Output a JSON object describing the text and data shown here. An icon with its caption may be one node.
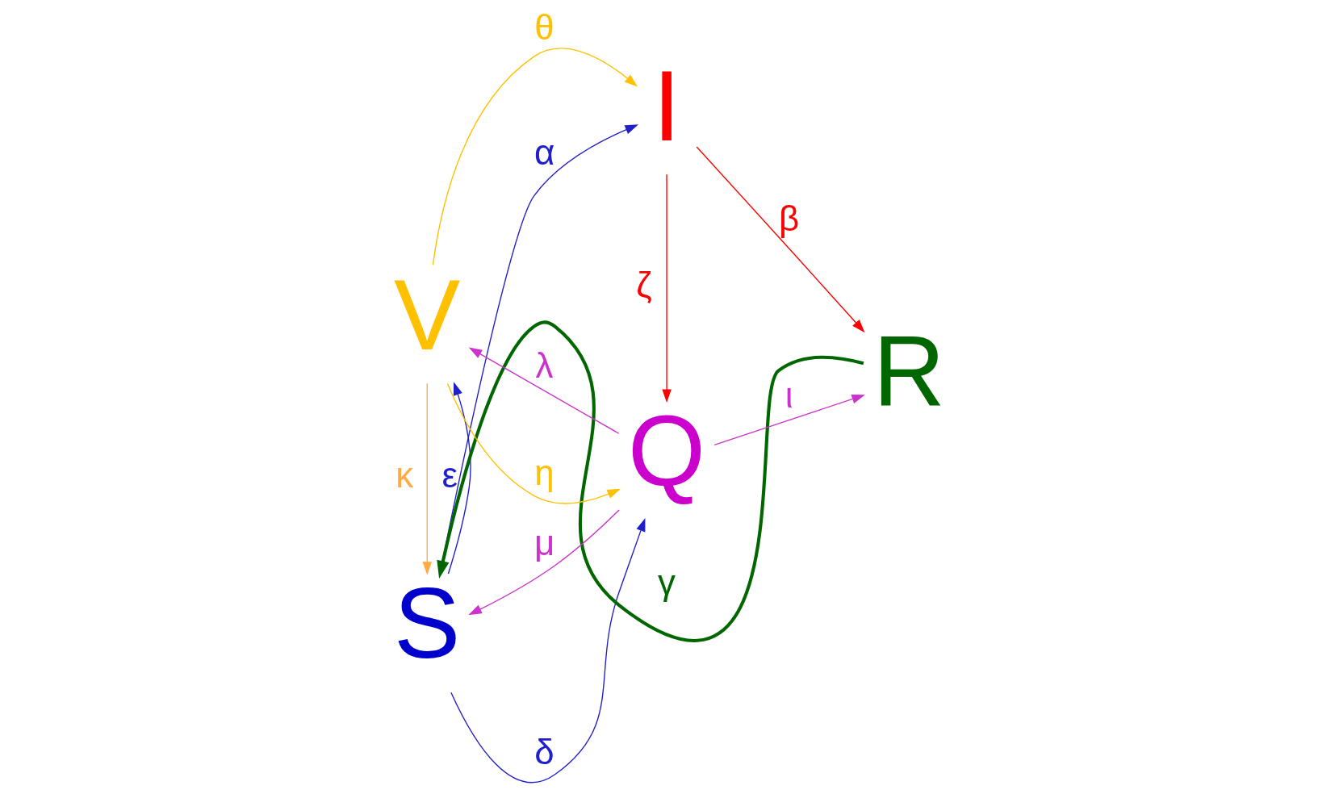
{
  "diagram": {
    "nodes": [
      {
        "text": [
          "S"
        ]
      },
      {
        "text": [
          "I"
        ]
      },
      {
        "text": [
          "R"
        ]
      },
      {
        "text": [
          "V"
        ]
      },
      {
        "text": [
          "Q"
        ]
      }
    ],
    "edges": [
      {
        "from": 0,
        "to": 1,
        "arrow": "to",
        "label": "α",
        "color": "#1f1fcc"
      },
      {
        "from": 1,
        "to": 2,
        "arrow": "to",
        "label": "β",
        "color": "#ff0000"
      },
      {
        "from": 2,
        "to": 0,
        "arrow": "to",
        "label": "γ",
        "color": "#006600",
        "style": "thick"
      },
      {
        "from": 0,
        "to": 4,
        "arrow": "to",
        "label": "δ",
        "color": "#1f1fcc"
      },
      {
        "from": 0,
        "to": 3,
        "arrow": "to",
        "label": "ε",
        "color": "#1f1fcc"
      },
      {
        "from": 1,
        "to": 4,
        "arrow": "to",
        "label": "ζ",
        "color": "#ff0000"
      },
      {
        "from": 3,
        "to": 4,
        "arrow": "to",
        "label": "η",
        "color": "#ffc000"
      },
      {
        "from": 3,
        "to": 1,
        "arrow": "to",
        "label": "θ",
        "color": "#ffc000"
      },
      {
        "from": 4,
        "to": 2,
        "arrow": "to",
        "label": "ι",
        "color": "#cc33cc"
      },
      {
        "from": 3,
        "to": 0,
        "arrow": "to",
        "label": "κ",
        "color": "#ffaa44"
      },
      {
        "from": 4,
        "to": 3,
        "arrow": "to",
        "label": "λ",
        "color": "#cc33cc"
      },
      {
        "from": 4,
        "to": 0,
        "arrow": "to",
        "label": "μ",
        "color": "#cc33cc"
      }
    ]
  }
}
